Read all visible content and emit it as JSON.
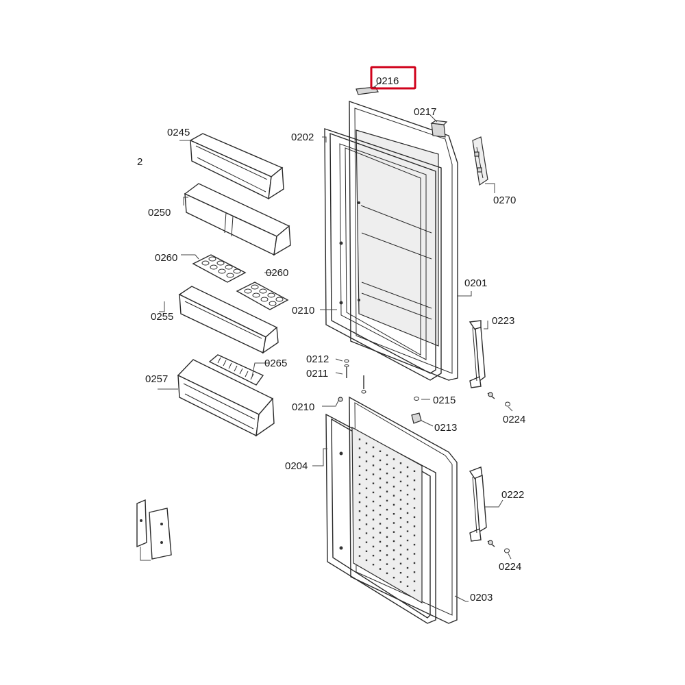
{
  "page_marker": "2",
  "highlight_color": "#d0021b",
  "labels": {
    "p0216": "0216",
    "p0217": "0217",
    "p0202": "0202",
    "p0245": "0245",
    "p0270": "0270",
    "p0250": "0250",
    "p0260a": "0260",
    "p0260b": "0260",
    "p0201": "0201",
    "p0210a": "0210",
    "p0255": "0255",
    "p0223": "0223",
    "p0212": "0212",
    "p0265": "0265",
    "p0211": "0211",
    "p0257": "0257",
    "p0215": "0215",
    "p0210b": "0210",
    "p0224a": "0224",
    "p0213": "0213",
    "p0204": "0204",
    "p0222": "0222",
    "p0224b": "0224",
    "p0203": "0203"
  }
}
